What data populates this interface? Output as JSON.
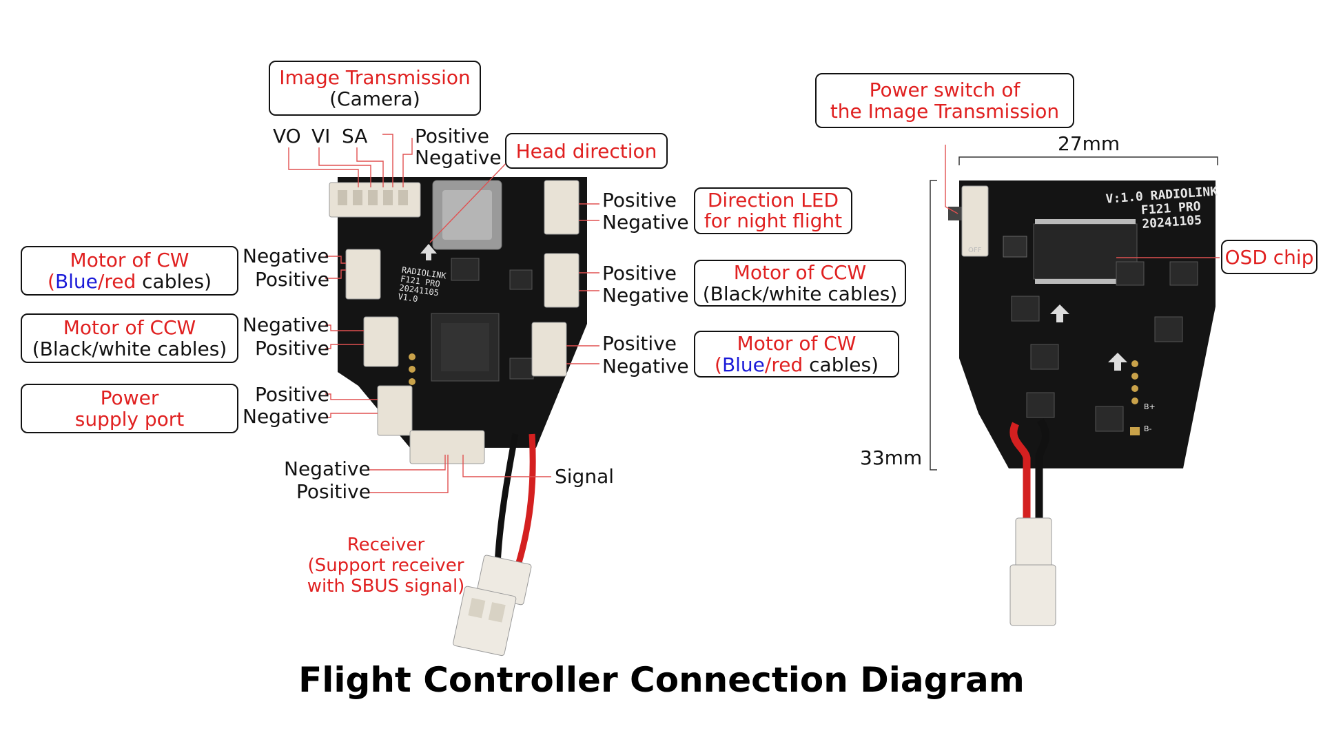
{
  "title": "Flight Controller Connection Diagram",
  "colors": {
    "label_red": "#e02020",
    "text_blue": "#1a1ad8",
    "pcb": "#141414",
    "wire_red": "#d42020"
  },
  "boxes": {
    "image_tx": {
      "line1": "Image Transmission",
      "line2": "(Camera)"
    },
    "head_direction": {
      "line1": "Head direction"
    },
    "direction_led": {
      "line1": "Direction LED",
      "line2": "for night flight"
    },
    "motor_cw_left": {
      "line1": "Motor of CW",
      "paren_open": "(",
      "blue": "Blue",
      "red": "/red",
      "rest": " cables)"
    },
    "motor_ccw_left": {
      "line1": "Motor of CCW",
      "line2": "(Black/white cables)"
    },
    "power_supply": {
      "line1": "Power",
      "line2": "supply port"
    },
    "motor_ccw_right": {
      "line1": "Motor of CCW",
      "line2": "(Black/white cables)"
    },
    "motor_cw_right": {
      "line1": "Motor of CW",
      "paren_open": "(",
      "blue": "Blue",
      "red": "/red",
      "rest": " cables)"
    },
    "power_switch": {
      "line1": "Power switch of",
      "line2": "the Image Transmission"
    },
    "osd_chip": {
      "line1": "OSD chip"
    }
  },
  "pins": {
    "vo": "VO",
    "vi": "VI",
    "sa": "SA",
    "cam_positive": "Positive",
    "cam_negative": "Negative",
    "led_positive": "Positive",
    "led_negative": "Negative",
    "m1_negative": "Negative",
    "m1_positive": "Positive",
    "m2_negative": "Negative",
    "m2_positive": "Positive",
    "pwr_positive": "Positive",
    "pwr_negative": "Negative",
    "m3_positive": "Positive",
    "m3_negative": "Negative",
    "m4_positive": "Positive",
    "m4_negative": "Negative",
    "rx_negative": "Negative",
    "rx_positive": "Positive",
    "signal": "Signal"
  },
  "receiver": {
    "line1": "Receiver",
    "line2": "(Support receiver",
    "line3": "with SBUS signal)"
  },
  "dimensions": {
    "width": "27mm",
    "height": "33mm"
  },
  "board_print": {
    "left_line1": "RADIOLINK",
    "left_line2": "F121 PRO",
    "left_line3": "20241105",
    "left_line4": "V1.0",
    "right_line1": "V:1.0 RADIOLINK",
    "right_line2": "F121 PRO",
    "right_line3": "20241105",
    "b_plus": "B+",
    "b_minus": "B-",
    "off": "OFF"
  }
}
